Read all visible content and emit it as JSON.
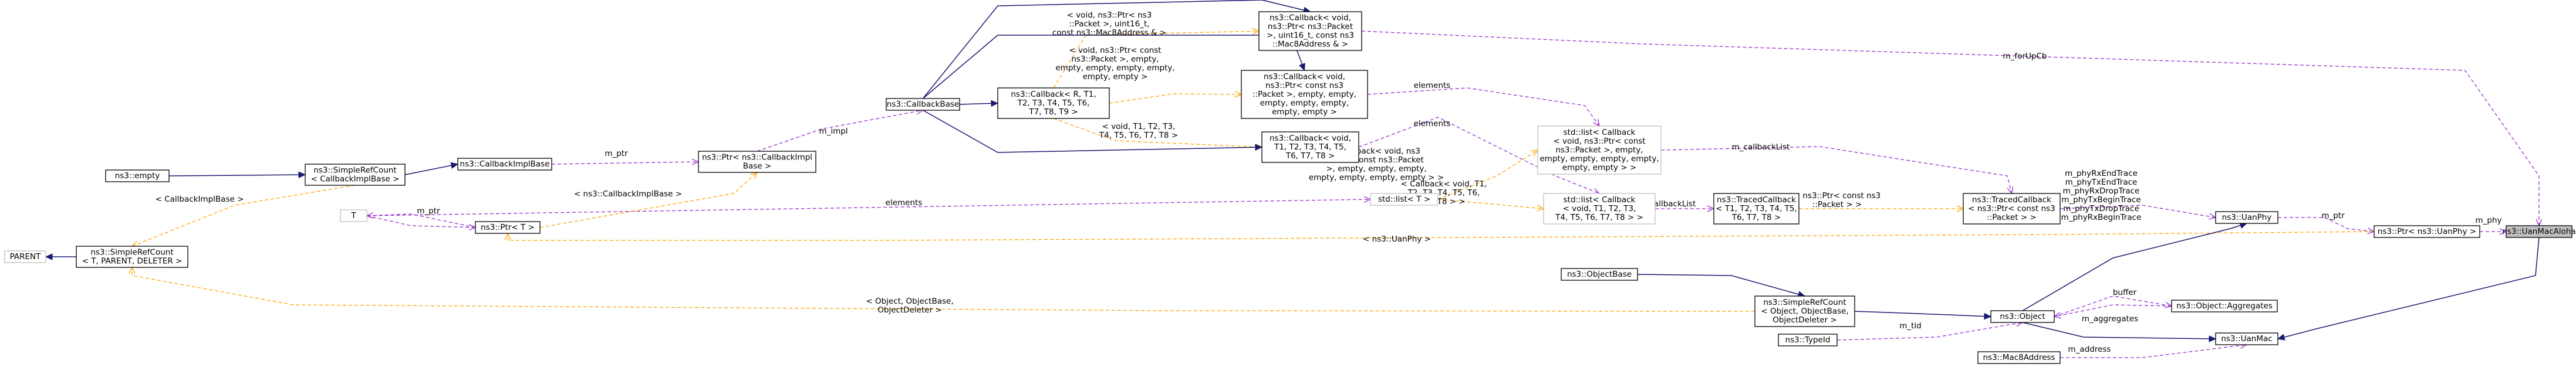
{
  "nodes": {
    "uanmacaloha": [
      "ns3::UanMacAloha"
    ],
    "ptr_uanphy": [
      "ns3::Ptr< ns3::UanPhy >"
    ],
    "uanphy": [
      "ns3::UanPhy"
    ],
    "uanmac": [
      "ns3::UanMac"
    ],
    "object": [
      "ns3::Object"
    ],
    "simplerefcount_object": [
      "ns3::SimpleRefCount",
      "< Object, ObjectBase,",
      "ObjectDeleter >"
    ],
    "objectbase": [
      "ns3::ObjectBase"
    ],
    "typeid": [
      "ns3::TypeId"
    ],
    "object_aggregates": [
      "ns3::Object::Aggregates"
    ],
    "mac8address": [
      "ns3::Mac8Address"
    ],
    "tracedcallback_packet": [
      "ns3::TracedCallback",
      "< ns3::Ptr< const ns3",
      "::Packet > >"
    ],
    "tracedcallback_generic": [
      "ns3::TracedCallback",
      "< T1, T2, T3, T4, T5,",
      "T6, T7, T8 >"
    ],
    "stdlist_callback_generic": [
      "std::list< Callback",
      "< void, T1, T2, T3,",
      "T4, T5, T6, T7, T8 > >"
    ],
    "stdlist_callback_packet": [
      "std::list< Callback",
      "< void, ns3::Ptr< const",
      "ns3::Packet >, empty,",
      "empty, empty, empty, empty,",
      "empty, empty > >"
    ],
    "stdlist_t": [
      "std::list< T >"
    ],
    "callback_void_generic": [
      "ns3::Callback< void,",
      "T1, T2, T3, T4, T5,",
      "T6, T7, T8 >"
    ],
    "callback_void_packet": [
      "ns3::Callback< void,",
      "ns3::Ptr< const ns3",
      "::Packet >, empty, empty,",
      "empty, empty, empty,",
      "empty, empty >"
    ],
    "callback_forupcb": [
      "ns3::Callback< void,",
      "ns3::Ptr< ns3::Packet",
      ">, uint16_t, const ns3",
      "::Mac8Address & >"
    ],
    "callback_r": [
      "ns3::Callback< R, T1,",
      "T2, T3, T4, T5, T6,",
      "T7, T8, T9 >"
    ],
    "callbackbase": [
      "ns3::CallbackBase"
    ],
    "ptr_callbackimpl": [
      "ns3::Ptr< ns3::CallbackImpl",
      "Base >"
    ],
    "callbackimplbase": [
      "ns3::CallbackImplBase"
    ],
    "simplerefcount_cib": [
      "ns3::SimpleRefCount",
      "< CallbackImplBase >"
    ],
    "empty": [
      "ns3::empty"
    ],
    "simplerefcount_tpl": [
      "ns3::SimpleRefCount",
      "< T, PARENT, DELETER >"
    ],
    "parent": [
      "PARENT"
    ],
    "ptr_t": [
      "ns3::Ptr< T >"
    ],
    "t": [
      "T"
    ]
  },
  "edge_labels": {
    "m_forUpCb": [
      "m_forUpCb"
    ],
    "m_phy": [
      "m_phy"
    ],
    "m_ptr_uanphy": [
      "m_ptr"
    ],
    "phy_traces": [
      "m_phyRxEndTrace",
      "m_phyTxEndTrace",
      "m_phyRxDropTrace",
      "m_phyTxBeginTrace",
      "m_phyTxDropTrace",
      "m_phyRxBeginTrace"
    ],
    "m_callbackList_packet": [
      "m_callbackList"
    ],
    "m_callbackList_generic": [
      "m_callbackList"
    ],
    "tpl_tracedcb_packet": [
      "< ns3::Ptr< const ns3",
      "::Packet > >"
    ],
    "elements_packet": [
      "elements"
    ],
    "elements_generic": [
      "elements"
    ],
    "elements_t": [
      "elements"
    ],
    "tpl_stdlist_packet": [
      "< Callback< void, ns3",
      "::Ptr< const ns3::Packet",
      ">, empty, empty, empty,",
      "empty, empty, empty, empty > >"
    ],
    "tpl_stdlist_generic": [
      "< Callback< void, T1,",
      "T2, T3, T4, T5, T6,",
      "T7, T8 > >"
    ],
    "tpl_cb_packet": [
      "< void, ns3::Ptr< const",
      "ns3::Packet >, empty,",
      "empty, empty, empty, empty,",
      "empty, empty >"
    ],
    "tpl_cb_generic": [
      "< void, T1, T2, T3,",
      "T4, T5, T6, T7, T8 >"
    ],
    "tpl_cb_forupcb": [
      "< void, ns3::Ptr< ns3",
      "::Packet >, uint16_t,",
      "const ns3::Mac8Address & >"
    ],
    "m_impl": [
      "m_impl"
    ],
    "m_ptr_cib": [
      "m_ptr"
    ],
    "tpl_ptr_cib": [
      "< ns3::CallbackImplBase >"
    ],
    "tpl_cib": [
      "< CallbackImplBase >"
    ],
    "m_ptr_t": [
      "m_ptr"
    ],
    "tpl_uanphy": [
      "< ns3::UanPhy >"
    ],
    "tpl_object": [
      "< Object, ObjectBase,",
      "ObjectDeleter >"
    ],
    "buffer": [
      "buffer"
    ],
    "m_aggregates": [
      "m_aggregates"
    ],
    "m_tid": [
      "m_tid"
    ],
    "m_address": [
      "m_address"
    ]
  },
  "edge_kinds": {
    "inheritance": "#191970",
    "usage": "#9a32cd",
    "template": "#ffa500",
    "external": "#bfbfbf"
  },
  "focus_node_fill": "#bfbfbf"
}
